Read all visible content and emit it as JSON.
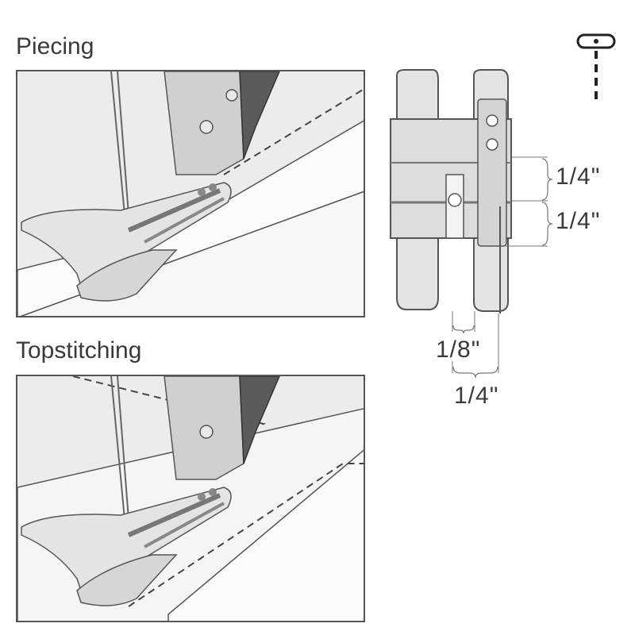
{
  "panels": {
    "top": {
      "title": "Piecing"
    },
    "bottom": {
      "title": "Topstitching"
    }
  },
  "dimensions": {
    "upper_quarter": "1/4\"",
    "lower_quarter": "1/4\"",
    "eighth": "1/8\"",
    "bottom_quarter": "1/4\""
  },
  "icons": {
    "stitch_icon": "straight-stitch-icon"
  },
  "colors": {
    "outline": "#555555",
    "metal_light": "#e2e2e2",
    "metal_mid": "#bdbdbd",
    "metal_dark": "#6e6e6e",
    "fabric": "#f4f4f4"
  }
}
